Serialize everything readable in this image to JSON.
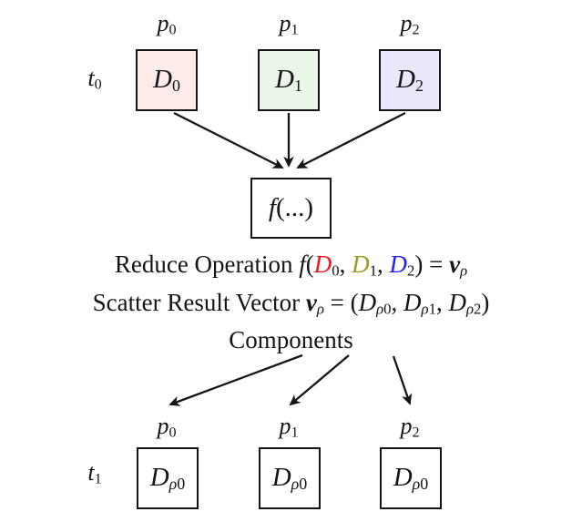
{
  "colors": {
    "stroke": "#151515",
    "red": "#f71414",
    "olive": "#9b9b1d",
    "blue": "#2121f3",
    "pink_fill": "#fcebe9",
    "green_fill": "#eaf6e7",
    "lavender_fill": "#e9e7f9",
    "white_fill": "#ffffff"
  },
  "top_row": {
    "time_label": [
      {
        "t": "t",
        "it": true
      },
      {
        "t": "0",
        "sub": true
      }
    ],
    "processors": [
      [
        {
          "t": "p",
          "it": true
        },
        {
          "t": "0",
          "sub": true
        }
      ],
      [
        {
          "t": "p",
          "it": true
        },
        {
          "t": "1",
          "sub": true
        }
      ],
      [
        {
          "t": "p",
          "it": true
        },
        {
          "t": "2",
          "sub": true
        }
      ]
    ],
    "boxes": [
      {
        "label": [
          {
            "t": "D",
            "it": true
          },
          {
            "t": "0",
            "sub": true
          }
        ],
        "fill": "#fcebe9"
      },
      {
        "label": [
          {
            "t": "D",
            "it": true
          },
          {
            "t": "1",
            "sub": true
          }
        ],
        "fill": "#eaf6e7"
      },
      {
        "label": [
          {
            "t": "D",
            "it": true
          },
          {
            "t": "2",
            "sub": true
          }
        ],
        "fill": "#e9e7f9"
      }
    ]
  },
  "reduce_node": {
    "label": [
      {
        "t": "f",
        "it": true
      },
      {
        "t": "(...)"
      }
    ]
  },
  "caption": {
    "line1": [
      {
        "t": "Reduce Operation "
      },
      {
        "t": "f",
        "it": true
      },
      {
        "t": "("
      },
      {
        "t": "D",
        "it": true,
        "c": "#f71414"
      },
      {
        "t": "0",
        "sub": true
      },
      {
        "t": ", "
      },
      {
        "t": "D",
        "it": true,
        "c": "#9b9b1d"
      },
      {
        "t": "1",
        "sub": true
      },
      {
        "t": ", "
      },
      {
        "t": "D",
        "it": true,
        "c": "#2121f3"
      },
      {
        "t": "2",
        "sub": true
      },
      {
        "t": ") = "
      },
      {
        "t": "v",
        "bi": true
      },
      {
        "t": "ρ",
        "sub": true,
        "it": true
      }
    ],
    "line2": [
      {
        "t": "Scatter Result Vector "
      },
      {
        "t": "v",
        "bi": true
      },
      {
        "t": "ρ",
        "sub": true,
        "it": true
      },
      {
        "t": " = ("
      },
      {
        "t": "D",
        "it": true
      },
      {
        "t": "ρ",
        "sub": true,
        "it": true
      },
      {
        "t": "0",
        "sub": true
      },
      {
        "t": ", "
      },
      {
        "t": "D",
        "it": true
      },
      {
        "t": "ρ",
        "sub": true,
        "it": true
      },
      {
        "t": "1",
        "sub": true
      },
      {
        "t": ", "
      },
      {
        "t": "D",
        "it": true
      },
      {
        "t": "ρ",
        "sub": true,
        "it": true
      },
      {
        "t": "2",
        "sub": true
      },
      {
        "t": ")"
      }
    ],
    "line3": [
      {
        "t": "Components"
      }
    ]
  },
  "bottom_row": {
    "time_label": [
      {
        "t": "t",
        "it": true
      },
      {
        "t": "1",
        "sub": true
      }
    ],
    "processors": [
      [
        {
          "t": "p",
          "it": true
        },
        {
          "t": "0",
          "sub": true
        }
      ],
      [
        {
          "t": "p",
          "it": true
        },
        {
          "t": "1",
          "sub": true
        }
      ],
      [
        {
          "t": "p",
          "it": true
        },
        {
          "t": "2",
          "sub": true
        }
      ]
    ],
    "boxes": [
      {
        "label": [
          {
            "t": "D",
            "it": true
          },
          {
            "t": "ρ",
            "sub": true,
            "it": true
          },
          {
            "t": "0",
            "sub": true
          }
        ],
        "fill": "#ffffff"
      },
      {
        "label": [
          {
            "t": "D",
            "it": true
          },
          {
            "t": "ρ",
            "sub": true,
            "it": true
          },
          {
            "t": "0",
            "sub": true
          }
        ],
        "fill": "#ffffff"
      },
      {
        "label": [
          {
            "t": "D",
            "it": true
          },
          {
            "t": "ρ",
            "sub": true,
            "it": true
          },
          {
            "t": "0",
            "sub": true
          }
        ],
        "fill": "#ffffff"
      }
    ]
  }
}
